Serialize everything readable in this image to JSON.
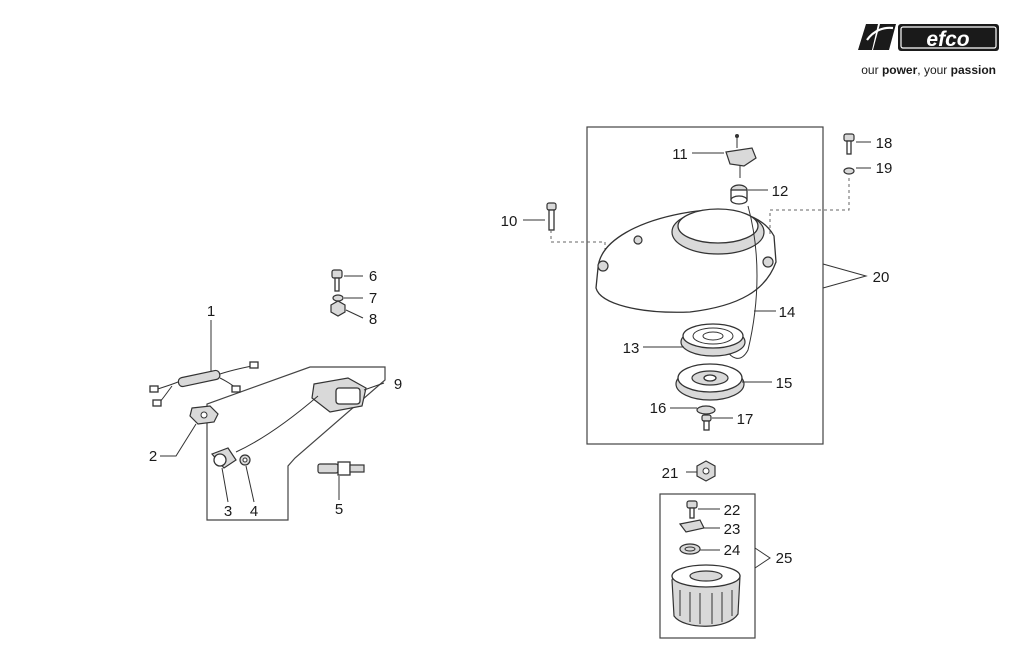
{
  "brand": {
    "name": "efco",
    "tagline_prefix": "our ",
    "tagline_power": "power",
    "tagline_mid": ", your ",
    "tagline_passion": "passion",
    "color": "#1a1a1a"
  },
  "callouts": {
    "c1": "1",
    "c2": "2",
    "c3": "3",
    "c4": "4",
    "c5": "5",
    "c6": "6",
    "c7": "7",
    "c8": "8",
    "c9": "9",
    "c10": "10",
    "c11": "11",
    "c12": "12",
    "c13": "13",
    "c14": "14",
    "c15": "15",
    "c16": "16",
    "c17": "17",
    "c18": "18",
    "c19": "19",
    "c20": "20",
    "c21": "21",
    "c22": "22",
    "c23": "23",
    "c24": "24",
    "c25": "25"
  }
}
